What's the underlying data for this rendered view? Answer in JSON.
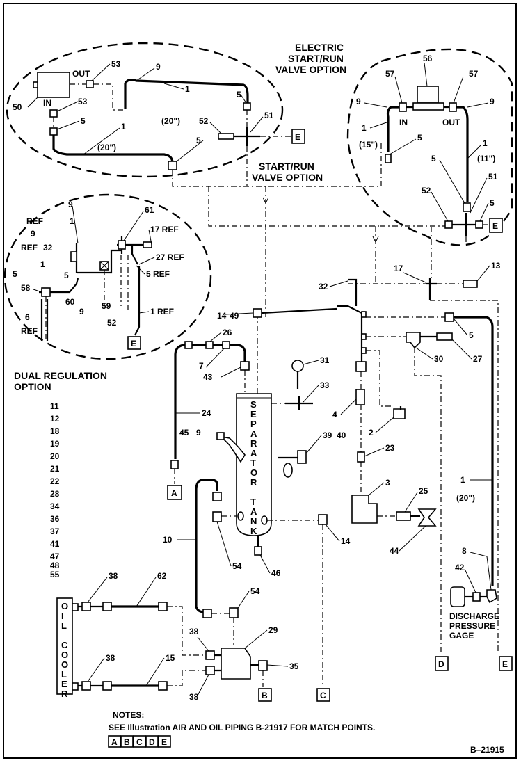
{
  "titles": {
    "electric": [
      "ELECTRIC",
      "START/RUN",
      "VALVE OPTION"
    ],
    "startrun": [
      "START/RUN",
      "VALVE OPTION"
    ],
    "dual": [
      "DUAL REGULATION",
      "OPTION"
    ],
    "gage": [
      "DISCHARGE",
      "PRESSURE",
      "GAGE"
    ]
  },
  "dual_list": [
    "11",
    "12",
    "18",
    "19",
    "20",
    "21",
    "22",
    "28",
    "34",
    "36",
    "37",
    "41",
    "47",
    "48",
    "55"
  ],
  "tank_label": [
    "S",
    "E",
    "P",
    "A",
    "R",
    "A",
    "T",
    "O",
    "R",
    "",
    "T",
    "A",
    "N",
    "K"
  ],
  "cooler_label": [
    "O",
    "I",
    "L",
    "",
    "C",
    "O",
    "O",
    "L",
    "E",
    "R"
  ],
  "match_points": [
    "A",
    "B",
    "C",
    "D",
    "E"
  ],
  "notes": {
    "heading": "NOTES:",
    "text": "SEE Illustration AIR AND OIL PIPING B-21917 FOR MATCH  POINTS."
  },
  "drawing_number": "B–21915",
  "labels": {
    "out_left": "OUT",
    "in_left": "IN",
    "in_right": "IN",
    "out_right": "OUT",
    "len20a": "(20\")",
    "len20b": "(20\")",
    "len15": "(15\")",
    "len11": "(11\")",
    "len20c": "(20\")",
    "p50": "50",
    "p53a": "53",
    "p53b": "53",
    "p5a": "5",
    "p1a": "1",
    "p9a": "9",
    "p1b": "1",
    "p5b": "5",
    "p52a": "52",
    "p51a": "51",
    "p5c": "5",
    "p56": "56",
    "p57a": "57",
    "p57b": "57",
    "p9b": "9",
    "p9c": "9",
    "p1c": "1",
    "p5d": "5",
    "p1d": "1",
    "p5e": "5",
    "p51b": "51",
    "p52b": "52",
    "p5f": "5",
    "r9": "9",
    "r61": "61",
    "rREF1": "REF",
    "r1": "1",
    "r17REF": "17  REF",
    "r9b": "9",
    "rREF32": "REF",
    "r32": "32",
    "r27REF": "27  REF",
    "r5": "5",
    "r1b": "1",
    "r5REF": "5  REF",
    "r58": "58",
    "r60": "60",
    "r6": "6",
    "rREF6": "REF",
    "r9c": "9",
    "r59": "59",
    "r52": "52",
    "r1REF": "1  REF",
    "m14a": "14",
    "m49": "49",
    "m26": "26",
    "m7": "7",
    "m43": "43",
    "m24": "24",
    "m45": "45",
    "m9": "9",
    "m31": "31",
    "m33": "33",
    "m39": "39",
    "m40": "40",
    "m32": "32",
    "m17": "17",
    "m13": "13",
    "m5": "5",
    "m27": "27",
    "m30": "30",
    "m4": "4",
    "m2": "2",
    "m23": "23",
    "m3": "3",
    "m25": "25",
    "m44": "44",
    "m14b": "14",
    "m10": "10",
    "m54a": "54",
    "m46": "46",
    "m38a": "38",
    "m62": "62",
    "m54b": "54",
    "m29": "29",
    "m38b": "38",
    "m38c": "38",
    "m15": "15",
    "m35": "35",
    "m38d": "38",
    "m1": "1",
    "m8": "8",
    "m42": "42"
  }
}
